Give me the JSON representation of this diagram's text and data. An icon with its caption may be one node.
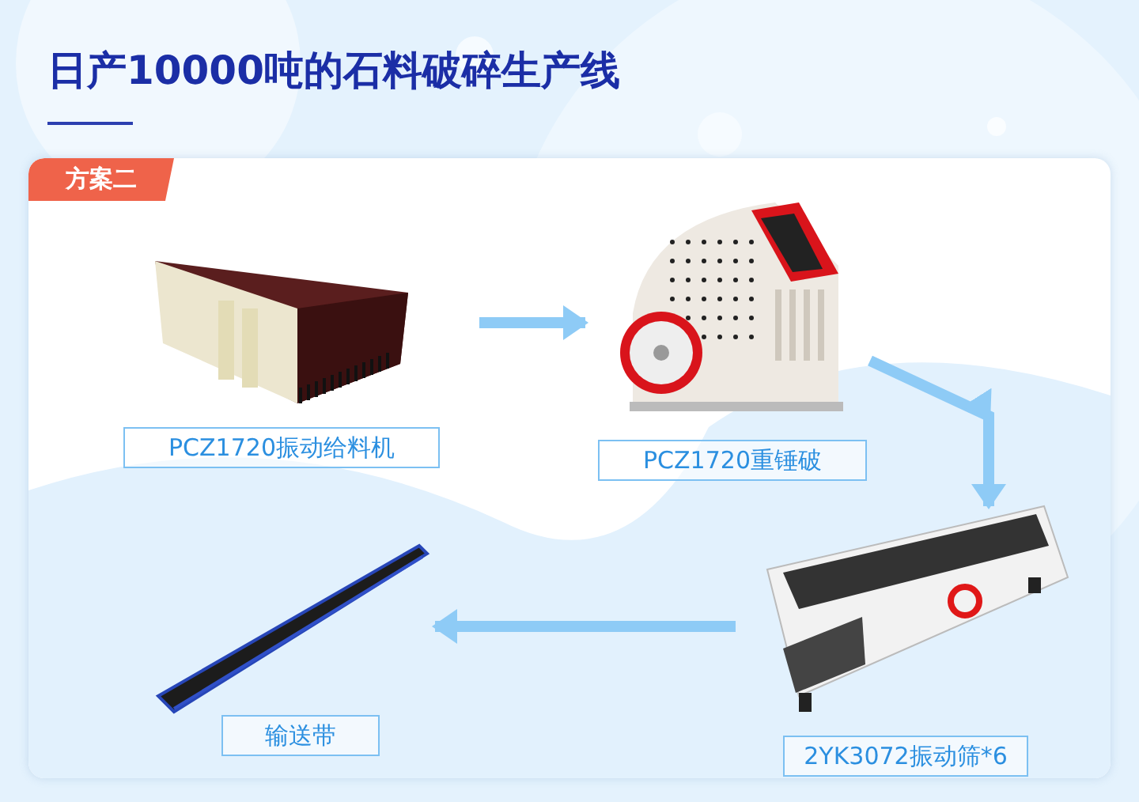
{
  "diagram": {
    "title": "日产10000吨的石料破碎生产线",
    "nodes": [
      {
        "text": [
          "方案二"
        ]
      },
      {
        "text": [
          "PCZ1720振动给料机"
        ],
        "in": 0
      },
      {
        "text": [
          "PCZ1720重锤破"
        ],
        "in": 0
      },
      {
        "text": [
          "2YK3072振动筛*6"
        ],
        "in": 0
      },
      {
        "text": [
          "输送带"
        ],
        "in": 0
      }
    ],
    "edges": [
      {
        "from": 1,
        "to": 2,
        "arrow": "to"
      },
      {
        "from": 2,
        "to": 3,
        "arrow": "to"
      },
      {
        "from": 3,
        "to": 4,
        "arrow": "to"
      }
    ]
  }
}
